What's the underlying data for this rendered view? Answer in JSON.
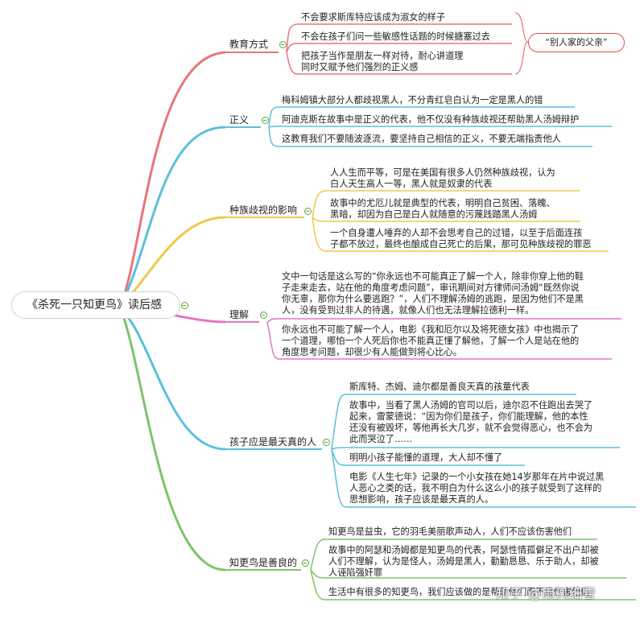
{
  "root": {
    "label": "《杀死一只知更鸟》读后感"
  },
  "branches": [
    {
      "label": "教育方式",
      "color": "#e8767a",
      "items": [
        "不会要求斯库特应该成为淑女的样子",
        "不会在孩子们问一些敏感性话题的时候搪塞过去",
        "把孩子当作是朋友一样对待，耐心讲道理\n同时又赋予他们强烈的正义感"
      ],
      "callout": "“别人家的父亲”"
    },
    {
      "label": "正义",
      "color": "#5bc0de",
      "items": [
        "梅科姆镇大部分人都歧视黑人，不分青红皂白认为一定是黑人的错",
        "阿迪克斯在故事中是正义的代表，他不仅没有种族歧视还帮助黑人汤姆辩护",
        "这教育我们不要随波逐流，要坚持自己相信的正义，不要无端指责他人"
      ]
    },
    {
      "label": "种族歧视的影响",
      "color": "#f0c84a",
      "items": [
        "人人生而平等，可是在美国有很多人仍然种族歧视，认为\n白人天生高人一等，黑人就是奴隶的代表",
        "故事中的尤厄儿就是典型的代表，明明自己贫困、落魄、\n黑暗，却因为自己是白人就随意的污蔑践踏黑人汤姆",
        "一个自身遭人唾弃的人却不会思考自己的过错，以至于后面连孩\n子都不放过，最终也酿成自己死亡的后果，那可见种族歧视的罪恶"
      ]
    },
    {
      "label": "理解",
      "color": "#e377c2",
      "items": [
        "文中一句话是这么写的“你永远也不可能真正了解一个人，除非你穿上他的鞋\n子走来走去，站在他的角度考虑问题”，审讯期间对方律师问汤姆“既然你说\n你无辜，那你为什么要逃跑？”，人们不理解汤姆的逃跑，是因为他们不是黑\n人，没有受到过非人的待遇，就像人们也无法理解拉德利一样。",
        "你永远也不可能了解一个人，电影《我和厄尔以及将死德女孩》中也揭示了\n一个道理，哪怕一个人死后你也不能真正懂了解他，了解一个人是站在他的\n角度思考问题，却很少有人能做到将心比心。"
      ]
    },
    {
      "label": "孩子应是最天真的人",
      "color": "#5bc0de",
      "items": [
        "斯库特、杰姆、迪尔都是善良天真的孩童代表",
        "故事中，当看了黑人汤姆的官司以后，迪尔忍不住跑出去哭了\n起来，雷蒙德说：“因为你们是孩子，你们能理解，他的本性\n还没有被毁坏，等他再长大几岁，就不会觉得恶心，也不会为\n此而哭泣了……",
        "明明小孩子能懂的道理，大人却不懂了",
        "电影《人生七年》记录的一个小女孩在她14岁那年在片中说过黑\n人恶心之类的话，我不明白为什么这么小的孩子就受到了这样的\n思想影响，孩子应该是最天真的人。"
      ]
    },
    {
      "label": "知更鸟是善良的",
      "color": "#7dc56b",
      "items": [
        "知更鸟是益虫，它的羽毛美丽歌声动人，人们不应该伤害他们",
        "故事中的阿瑟和汤姆都是知更鸟的代表，阿瑟性情孤僻足不出户却被\n人们不理解，认为是怪人，汤姆是黑人，勤勤恳恳、乐于助人，却被\n人诬陷强奸罪",
        "生活中有很多的知更鸟，我们应该做的是帮助他们而不是伤害他们"
      ]
    }
  ],
  "watermark": "知乎 @雨风细雪"
}
